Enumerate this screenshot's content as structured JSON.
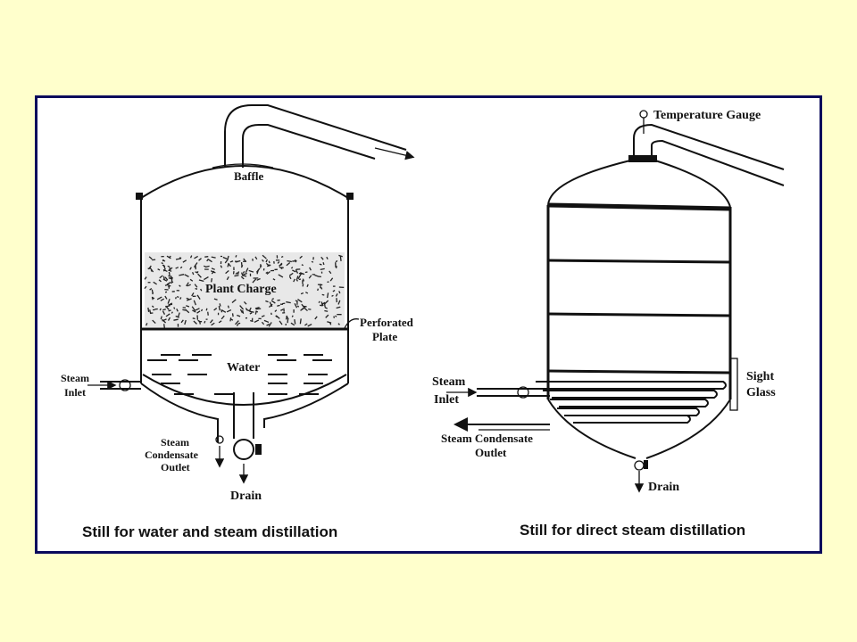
{
  "left_still": {
    "labels": {
      "baffle": "Baffle",
      "plant_charge": "Plant Charge",
      "perforated_1": "Perforated",
      "perforated_2": "Plate",
      "water": "Water",
      "steam_inlet_1": "Steam",
      "steam_inlet_2": "Inlet",
      "condensate_1": "Steam",
      "condensate_2": "Condensate",
      "condensate_3": "Outlet",
      "drain": "Drain"
    },
    "caption": "Still for water and steam distillation"
  },
  "right_still": {
    "labels": {
      "temperature_gauge": "Temperature Gauge",
      "sight_1": "Sight",
      "sight_2": "Glass",
      "steam_inlet_1": "Steam",
      "steam_inlet_2": "Inlet",
      "condensate_1": "Steam Condensate",
      "condensate_2": "Outlet",
      "drain": "Drain"
    },
    "caption": "Still for direct steam distillation"
  },
  "colors": {
    "background": "#ffffcc",
    "frame_border": "#0a0a5c",
    "panel": "#ffffff",
    "ink": "#111111"
  }
}
